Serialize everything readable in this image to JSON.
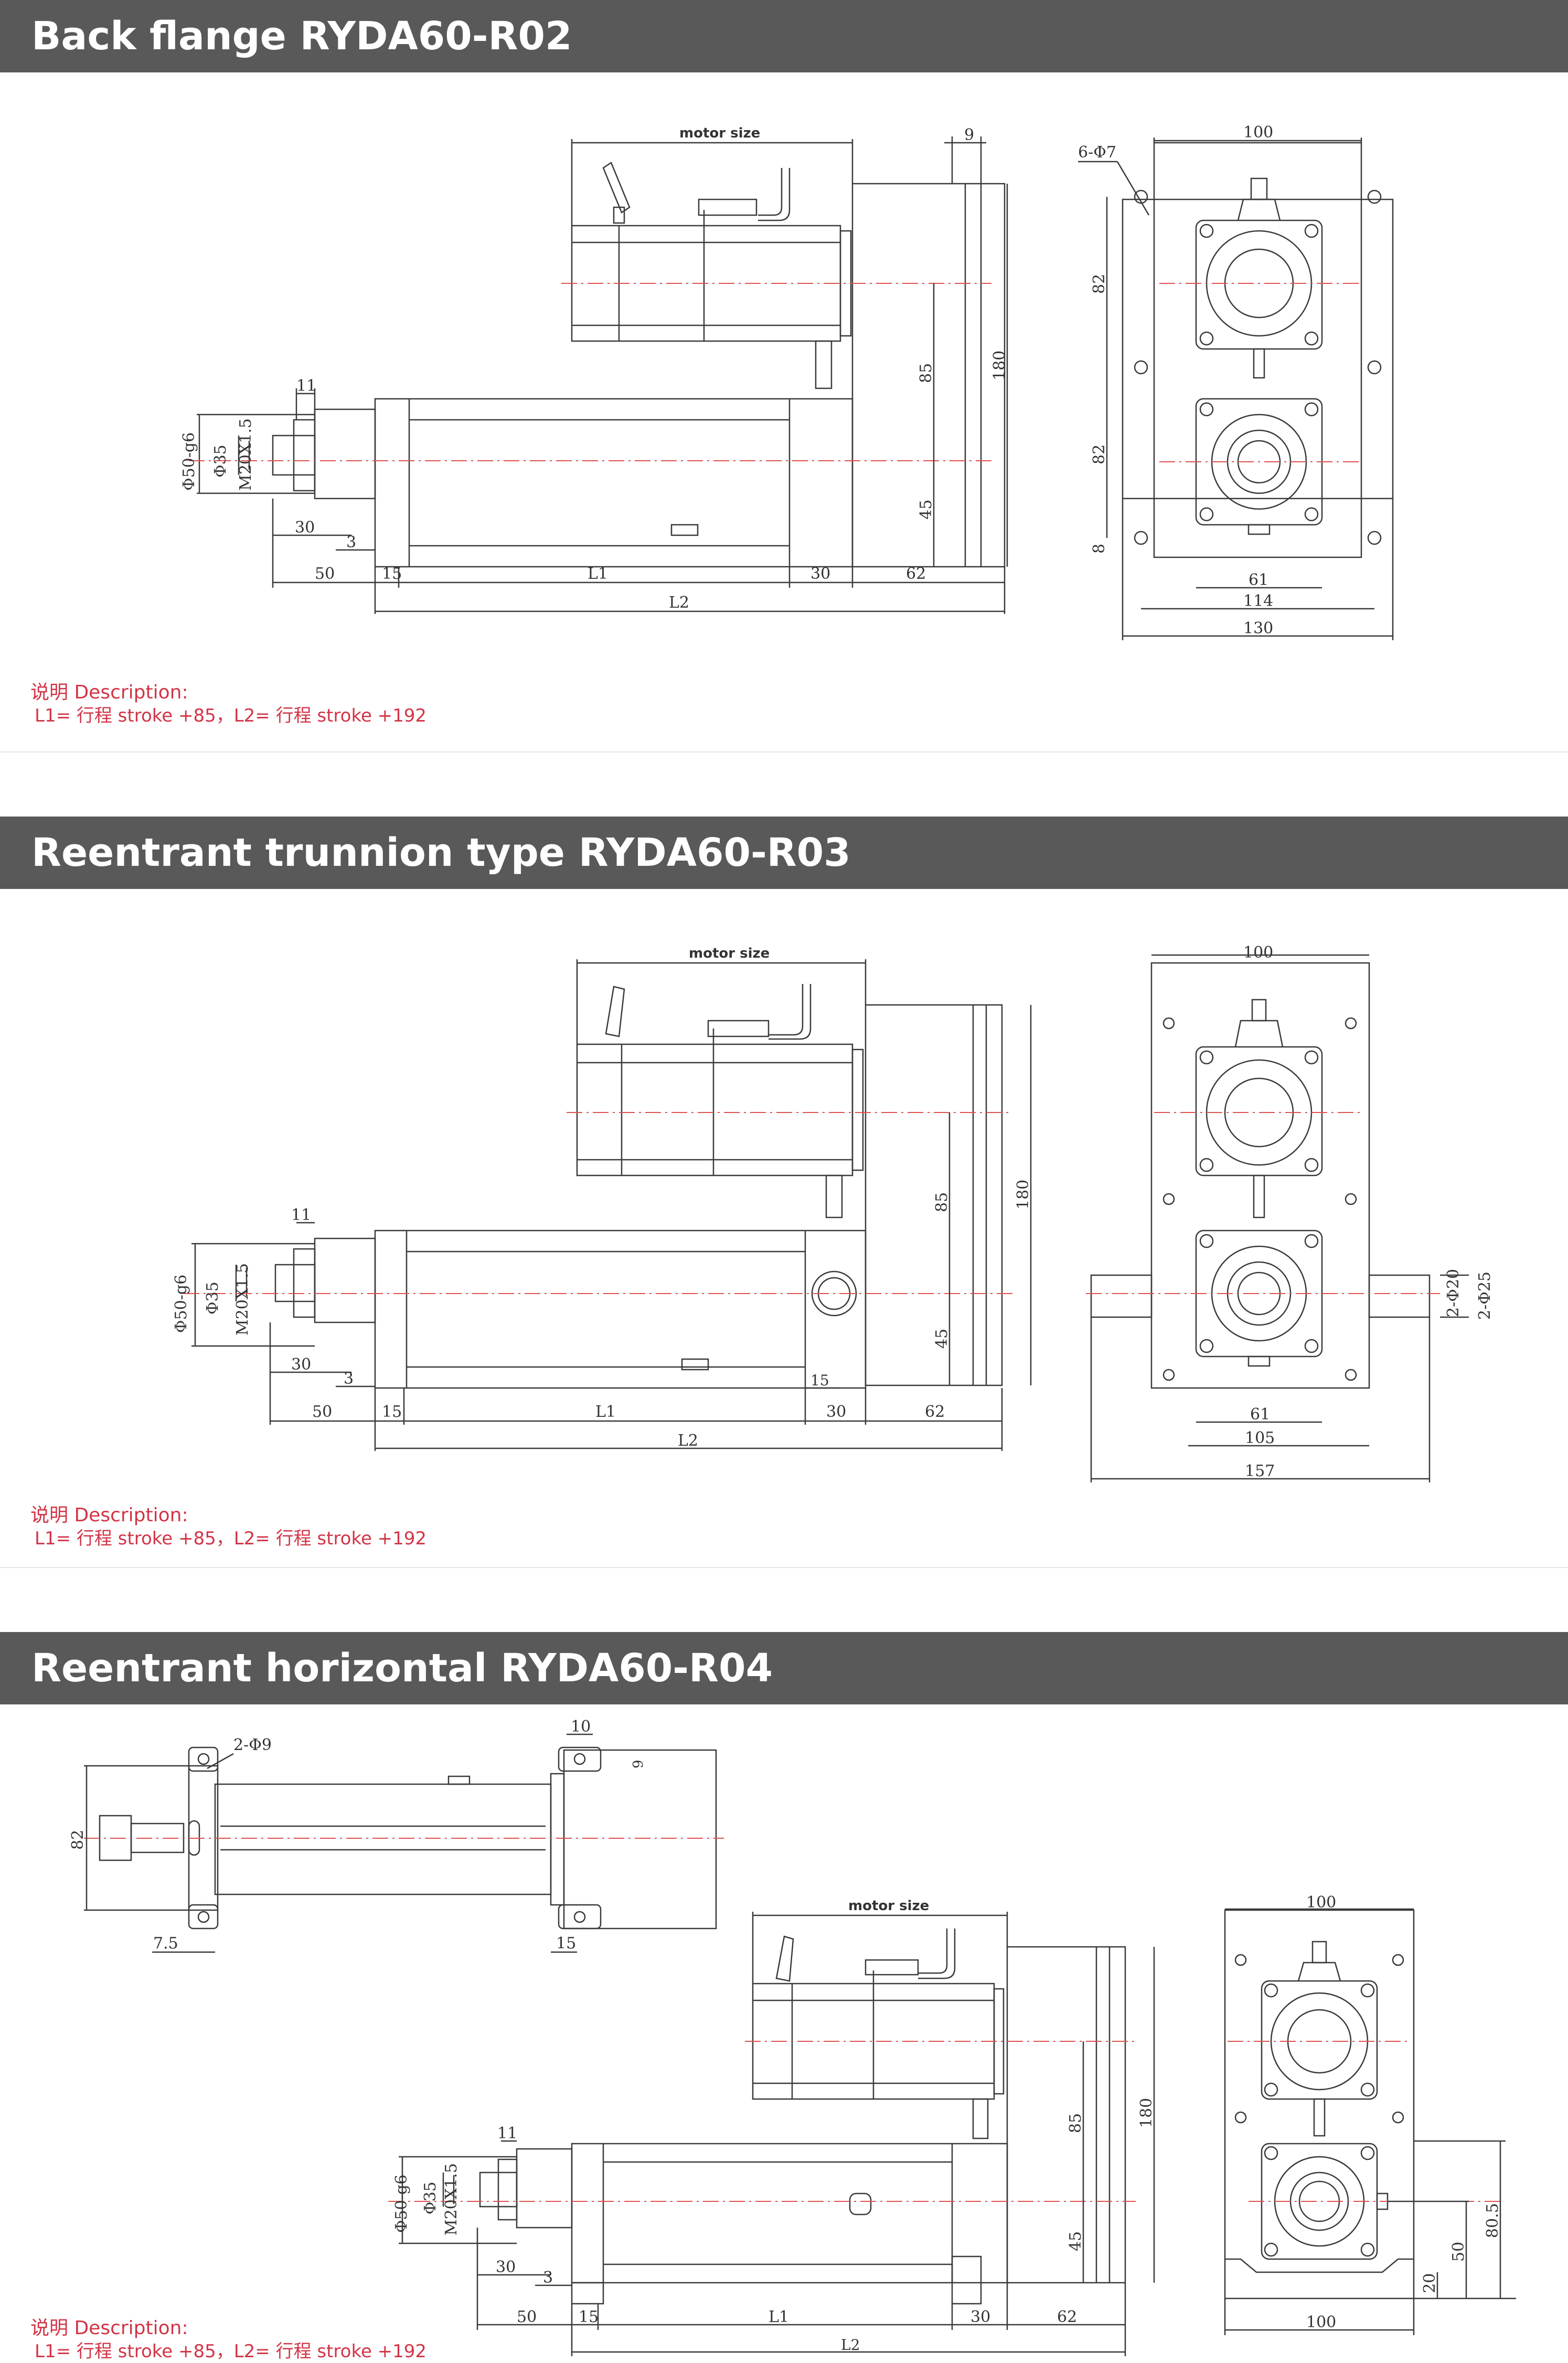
{
  "sections": [
    {
      "title": "Back flange RYDA60-R02",
      "motor_size": "motor size",
      "dims": {
        "d9": "9",
        "d100": "100",
        "hole": "6-Φ7",
        "d82a": "82",
        "d82b": "82",
        "d8": "8",
        "d85": "85",
        "d180": "180",
        "d45": "45",
        "d11": "11",
        "phi50": "Φ50-g6",
        "phi35": "Φ35",
        "m20": "M20X1.5",
        "d30a": "30",
        "d3": "3",
        "d50": "50",
        "d15": "15",
        "L1": "L1",
        "d30b": "30",
        "d62": "62",
        "L2": "L2",
        "d61": "61",
        "d114": "114",
        "d130": "130"
      },
      "description_title": "说明 Description:",
      "description_body": "L1= 行程 stroke +85，L2= 行程 stroke +192"
    },
    {
      "title": "Reentrant trunnion type RYDA60-R03",
      "motor_size": "motor size",
      "dims": {
        "d100": "100",
        "d85": "85",
        "d180": "180",
        "d45": "45",
        "d11": "11",
        "phi50": "Φ50-g6",
        "phi35": "Φ35",
        "m20": "M20X1.5",
        "d30a": "30",
        "d3": "3",
        "d15a": "15",
        "d50": "50",
        "d15": "15",
        "L1": "L1",
        "d30b": "30",
        "d62": "62",
        "L2": "L2",
        "d61": "61",
        "d105": "105",
        "d157": "157",
        "phi20": "2-Φ20",
        "phi25": "2-Φ25"
      },
      "description_title": "说明 Description:",
      "description_body": "L1= 行程 stroke +85，L2= 行程 stroke +192"
    },
    {
      "title": "Reentrant horizontal  RYDA60-R04",
      "motor_size": "motor size",
      "dims": {
        "hole": "2-Φ9",
        "d10": "10",
        "d9": "9",
        "d82": "82",
        "d75": "7.5",
        "d15top": "15",
        "d100": "100",
        "d85": "85",
        "d180": "180",
        "d45": "45",
        "d11": "11",
        "phi50": "Φ50-g6",
        "phi35": "Φ35",
        "m20": "M20X1.5",
        "d30a": "30",
        "d3": "3",
        "d50": "50",
        "d15": "15",
        "L1": "L1",
        "d30b": "30",
        "d62": "62",
        "L2": "L2",
        "d50v": "50",
        "d20": "20",
        "d805": "80.5",
        "d100b": "100"
      },
      "description_title": "说明 Description:",
      "description_body": "L1= 行程 stroke +85，L2= 行程 stroke +192"
    }
  ],
  "colors": {
    "header_bg": "#595959",
    "header_text": "#ffffff",
    "description": "#d23446",
    "line": "#3a3a3a",
    "centerline": "#e05050"
  }
}
